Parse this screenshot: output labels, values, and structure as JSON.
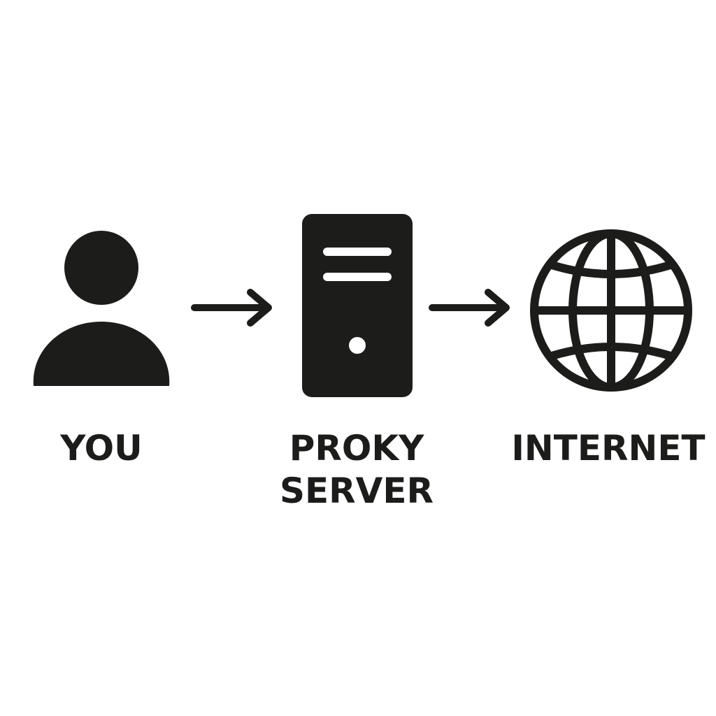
{
  "diagram": {
    "nodes": [
      {
        "id": "you",
        "label": "YOU",
        "icon": "user-icon"
      },
      {
        "id": "proxy",
        "label_line1": "PROKY",
        "label_line2": "SERVER",
        "icon": "server-icon"
      },
      {
        "id": "internet",
        "label": "INTERNET",
        "icon": "globe-icon"
      }
    ],
    "edges": [
      {
        "from": "you",
        "to": "proxy",
        "icon": "arrow-right-icon"
      },
      {
        "from": "proxy",
        "to": "internet",
        "icon": "arrow-right-icon"
      }
    ],
    "colors": {
      "ink": "#1c1c1a",
      "background": "#ffffff"
    }
  }
}
